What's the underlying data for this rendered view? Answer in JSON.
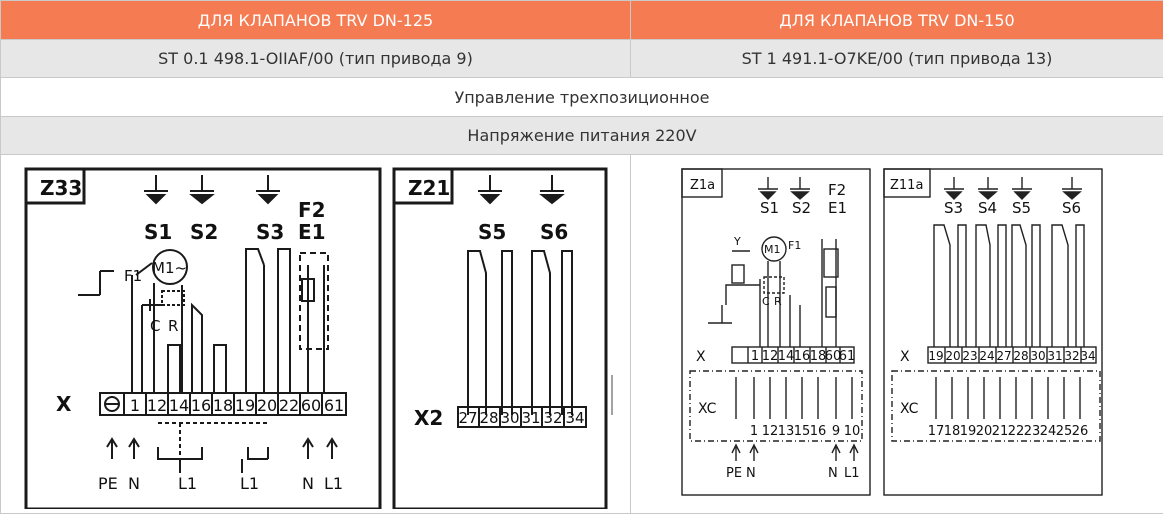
{
  "columns": [
    {
      "header": "ДЛЯ КЛАПАНОВ TRV DN-125",
      "model": "ST 0.1 498.1-OIIAF/00 (тип привода 9)"
    },
    {
      "header": "ДЛЯ КЛАПАНОВ TRV DN-150",
      "model": "ST 1 491.1-O7KE/00 (тип привода 13)"
    }
  ],
  "control_row": "Управление трехпозиционное",
  "voltage_row": "Напряжение питания 220V",
  "diagram_left": {
    "box1": {
      "label": "Z33",
      "switches": [
        "S1",
        "S2",
        "S3"
      ],
      "f_label": "F2",
      "e_label": "E1",
      "motor": "M1~",
      "f1": "F1",
      "c": "C",
      "r": "R",
      "x": "X",
      "terminals": [
        "1",
        "12",
        "14",
        "16",
        "18",
        "19",
        "20",
        "22",
        "60",
        "61"
      ],
      "bottom_labels": [
        "PE",
        "N",
        "L1",
        "L1",
        "N",
        "L1"
      ]
    },
    "box2": {
      "label": "Z21",
      "switches": [
        "S5",
        "S6"
      ],
      "x": "X2",
      "terminals": [
        "27",
        "28",
        "30",
        "31",
        "32",
        "34"
      ]
    }
  },
  "diagram_right": {
    "box1": {
      "label": "Z1a",
      "switches": [
        "S1",
        "S2"
      ],
      "f_label": "F2",
      "e_label": "E1",
      "motor": "M1",
      "f1": "F1",
      "y": "Y",
      "c": "C",
      "r": "R",
      "x": "X",
      "terminals": [
        "1",
        "12",
        "14",
        "16",
        "18",
        "60",
        "61"
      ],
      "xc": "XC",
      "xc_numbers": [
        "1",
        "12",
        "13",
        "15",
        "16",
        "9",
        "10"
      ],
      "bottom_labels": [
        "PE",
        "N",
        "N",
        "L1"
      ]
    },
    "box2": {
      "label": "Z11a",
      "switches": [
        "S3",
        "S4",
        "S5",
        "S6"
      ],
      "x": "X",
      "terminals": [
        "19",
        "20",
        "23",
        "24",
        "27",
        "28",
        "30",
        "31",
        "32",
        "34"
      ],
      "xc": "XC",
      "xc_numbers": [
        "17",
        "18",
        "19",
        "20",
        "21",
        "22",
        "23",
        "24",
        "25",
        "26"
      ]
    }
  }
}
